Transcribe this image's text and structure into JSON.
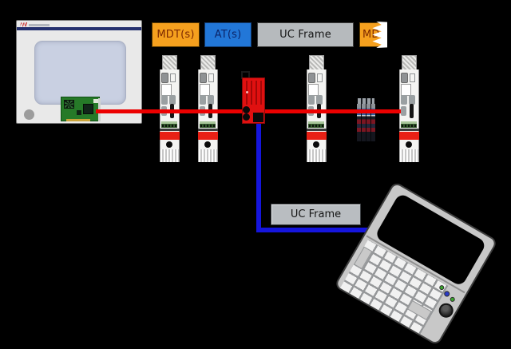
{
  "legend": {
    "mdt_label": "MDT(s)",
    "at_label": "AT(s)",
    "uc_frame_label": "UC Frame",
    "next_cycle_label": "MD"
  },
  "callout": {
    "uc_frame_label": "UC Frame"
  },
  "colors": {
    "background": "#000000",
    "mdt_box": "#f5a01e",
    "mdt_text": "#7c2800",
    "at_box": "#2277d8",
    "at_text": "#0b2468",
    "uc_box": "#b6babd",
    "uc_text": "#141414",
    "realtime_line": "#ec0000",
    "uc_channel_line": "#1515dd",
    "switch_body": "#e01010",
    "drive_stripe": "#e82015",
    "terminal_green": "#33592c",
    "pcb_green": "#267a28",
    "led_green": "#3aa52e",
    "led_blue": "#2b3bc8"
  }
}
